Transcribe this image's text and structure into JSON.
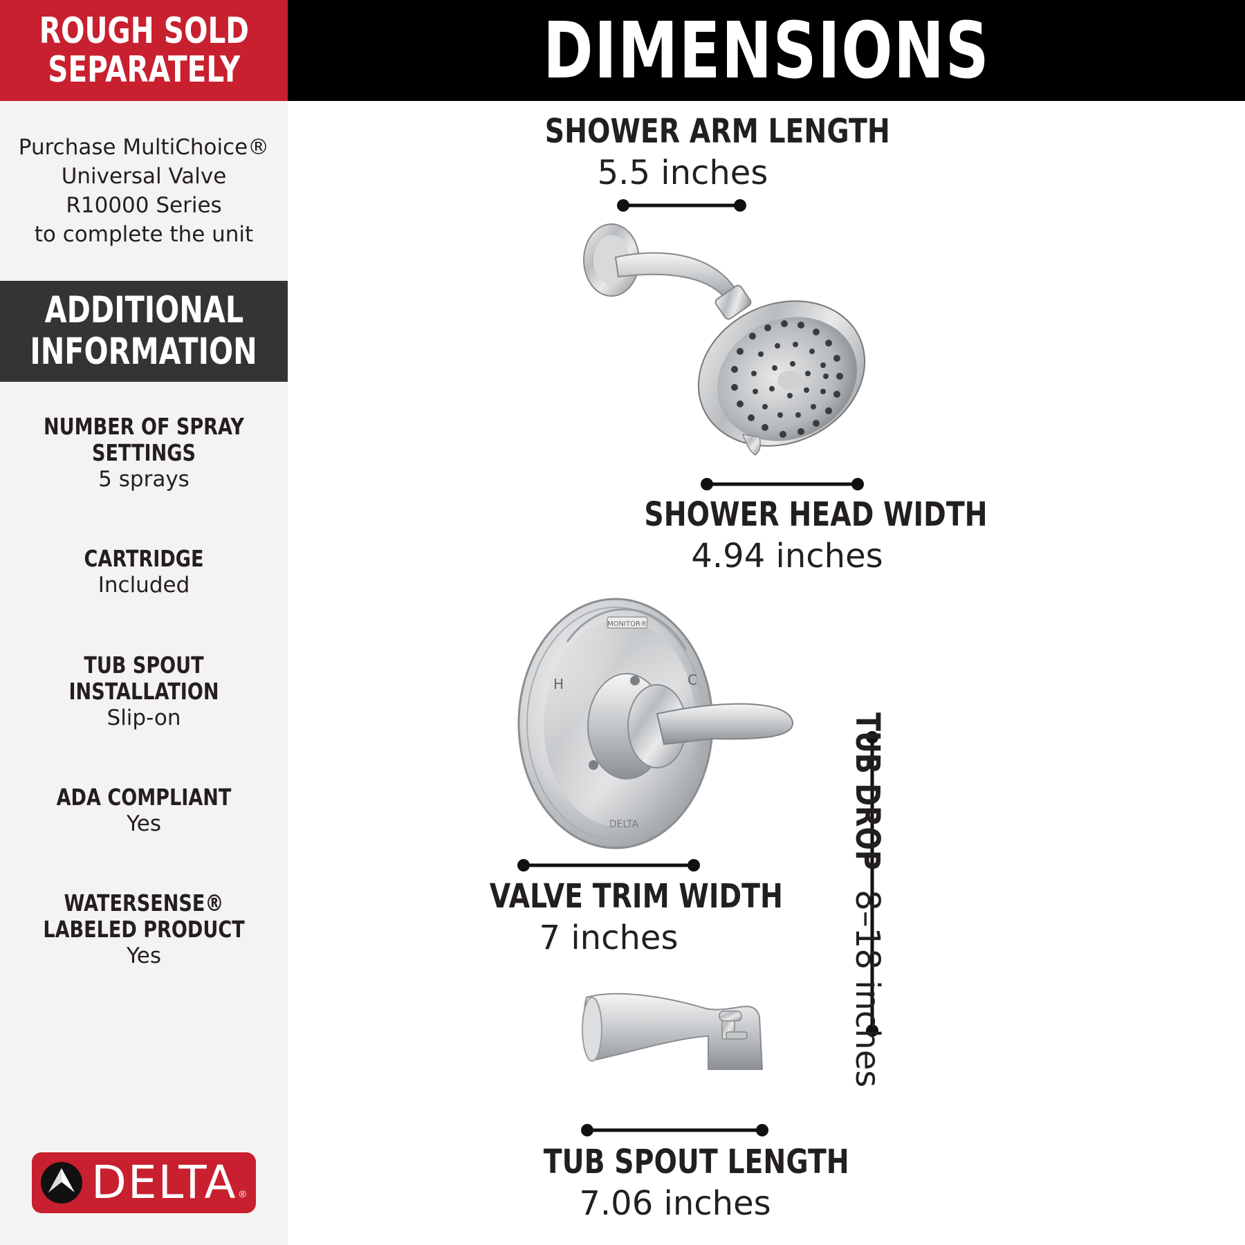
{
  "sidebar": {
    "rough_line1": "ROUGH SOLD",
    "rough_line2": "SEPARATELY",
    "purchase_lines": [
      "Purchase MultiChoice®",
      "Universal Valve",
      "R10000 Series",
      "to complete the unit"
    ],
    "additional_line1": "ADDITIONAL",
    "additional_line2": "INFORMATION",
    "specs": [
      {
        "label_lines": [
          "NUMBER OF SPRAY",
          "SETTINGS"
        ],
        "value": "5 sprays"
      },
      {
        "label_lines": [
          "CARTRIDGE"
        ],
        "value": "Included"
      },
      {
        "label_lines": [
          "TUB SPOUT",
          "INSTALLATION"
        ],
        "value": "Slip-on"
      },
      {
        "label_lines": [
          "ADA COMPLIANT"
        ],
        "value": "Yes"
      },
      {
        "label_lines": [
          "WATERSENSE®",
          "LABELED PRODUCT"
        ],
        "value": "Yes"
      }
    ],
    "logo_text": "DELTA",
    "logo_reg": "®"
  },
  "header": {
    "title": "DIMENSIONS"
  },
  "dimensions": {
    "shower_arm": {
      "label": "SHOWER ARM LENGTH",
      "value": "5.5 inches"
    },
    "shower_head": {
      "label": "SHOWER HEAD WIDTH",
      "value": "4.94 inches"
    },
    "valve_trim": {
      "label": "VALVE TRIM WIDTH",
      "value": "7 inches"
    },
    "tub_drop": {
      "label": "TUB DROP",
      "value": "8–18 inches"
    },
    "tub_spout": {
      "label": "TUB SPOUT LENGTH",
      "value": "7.06 inches"
    }
  },
  "product_marks": {
    "monitor": "MONITOR®",
    "hot": "H",
    "cold": "C",
    "brand": "DELTA"
  },
  "colors": {
    "brand_red": "#c8202f",
    "dark_panel": "#323436",
    "header_black": "#000000",
    "sidebar_bg": "#f4f3f1",
    "text": "#231f20"
  }
}
